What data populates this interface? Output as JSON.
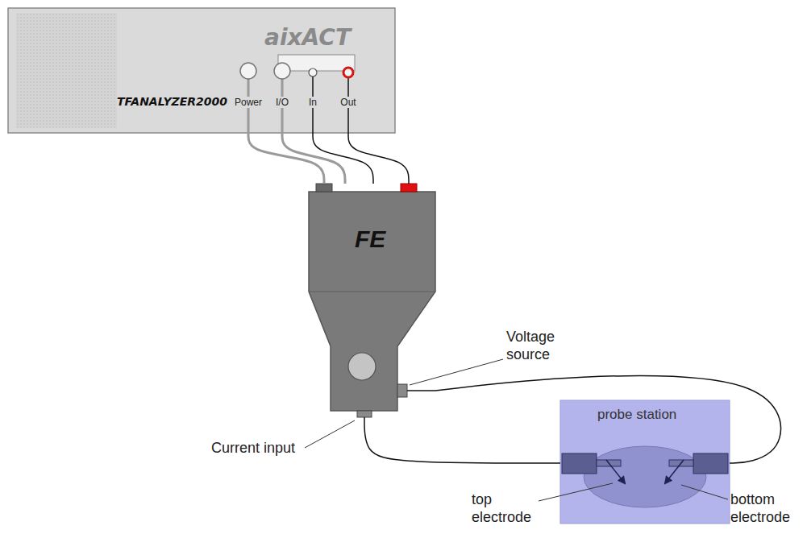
{
  "diagram": {
    "nodes": [
      {
        "text": [
          "aixACT",
          "TFANALYZER2000"
        ]
      },
      {
        "text": [
          "FE"
        ]
      },
      {
        "text": [
          "probe station"
        ]
      }
    ],
    "edges": [
      {
        "from": 0,
        "to": 1,
        "arrow": "none"
      },
      {
        "from": 0,
        "to": 1,
        "arrow": "none"
      },
      {
        "from": 0,
        "to": 1,
        "arrow": "none"
      },
      {
        "from": 0,
        "to": 1,
        "arrow": "none"
      },
      {
        "from": 1,
        "to": 2,
        "arrow": "none"
      },
      {
        "from": 1,
        "to": 2,
        "arrow": "none"
      }
    ],
    "labels": [
      "Power",
      "I/O",
      "In",
      "Out",
      "Voltage source",
      "Current input",
      "top electrode",
      "bottom electrode"
    ]
  }
}
